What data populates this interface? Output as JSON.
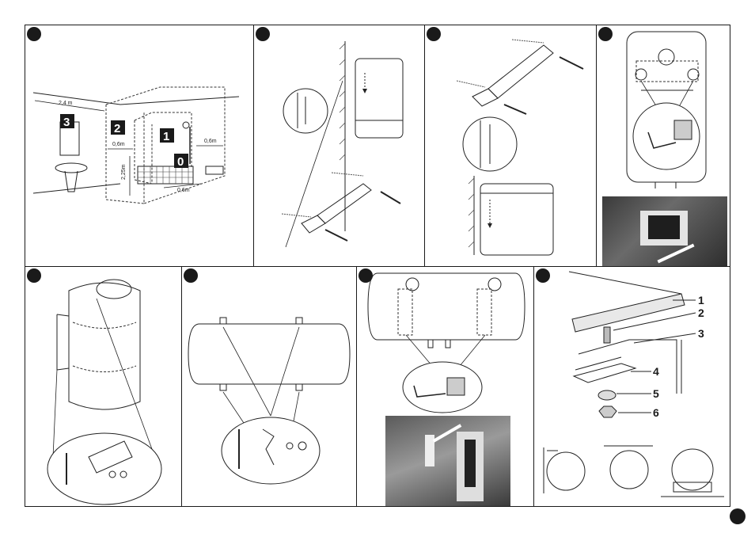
{
  "zones": {
    "zone_3": "3",
    "zone_2": "2",
    "zone_1": "1",
    "zone_0": "0"
  },
  "dimensions": {
    "width_left": "2,4 m",
    "offset_a": "0,6m",
    "offset_b": "0,6m",
    "offset_c": "0,6m",
    "height": "2,25m"
  },
  "parts": {
    "p1": "1",
    "p2": "2",
    "p3": "3",
    "p4": "4",
    "p5": "5",
    "p6": "6"
  }
}
